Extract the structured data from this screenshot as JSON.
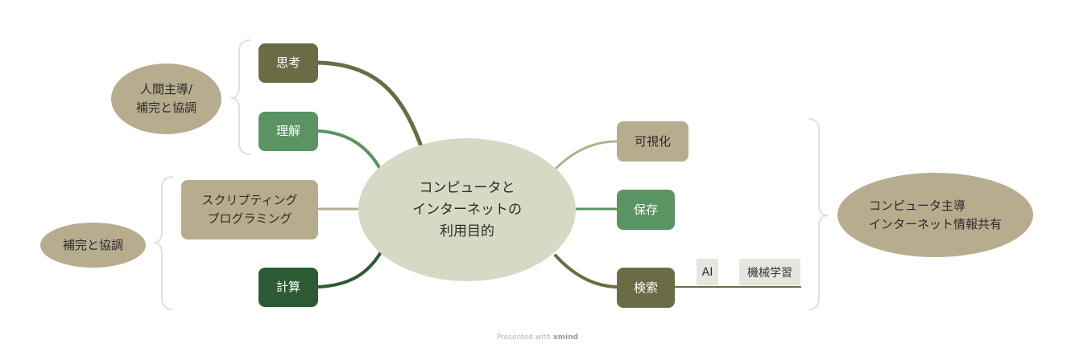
{
  "central": {
    "lines": [
      "コンピュータと",
      "インターネットの",
      "利用目的"
    ]
  },
  "left_branches": {
    "thinking": "思考",
    "understanding": "理解",
    "scripting": [
      "スクリプティング",
      "プログラミング"
    ],
    "calculation": "計算"
  },
  "right_branches": {
    "visualization": "可視化",
    "storage": "保存",
    "search": "検索",
    "labels": [
      "AI",
      "機械学習"
    ]
  },
  "summaries": {
    "human_led": [
      "人間主導/",
      "補完と協調"
    ],
    "complement": "補完と協調",
    "computer_led": [
      "コンピュータ主導",
      "インターネット情報共有"
    ]
  },
  "footer": {
    "prefix": "Presented with",
    "brand": "xmind"
  },
  "colors": {
    "dark_olive": "#6b6c45",
    "mid_green": "#5a9462",
    "deep_green": "#2c5a34",
    "tan": "#b7ad8e",
    "central_fill": "#d6dac4",
    "bracket": "#e3e0d2"
  }
}
